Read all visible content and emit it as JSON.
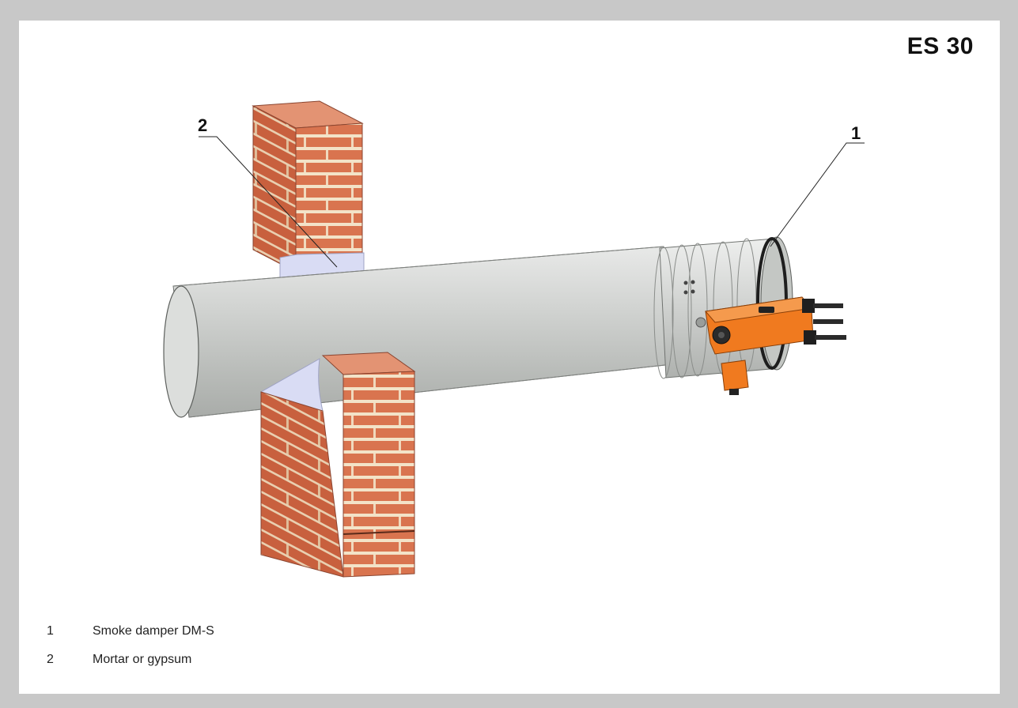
{
  "badge": "ES 30",
  "callouts": [
    {
      "num": "1",
      "target": "smoke-damper"
    },
    {
      "num": "2",
      "target": "mortar-fill"
    }
  ],
  "legend": [
    {
      "num": "1",
      "label": "Smoke damper DM-S"
    },
    {
      "num": "2",
      "label": "Mortar or gypsum"
    }
  ],
  "colors": {
    "frame": "#c8c8c8",
    "brick": "#d9744f",
    "mortar_joint": "#f3e3c8",
    "duct": "#c9cbc9",
    "mortar_fill": "#d9dcf4",
    "actuator": "#f07a1f"
  }
}
